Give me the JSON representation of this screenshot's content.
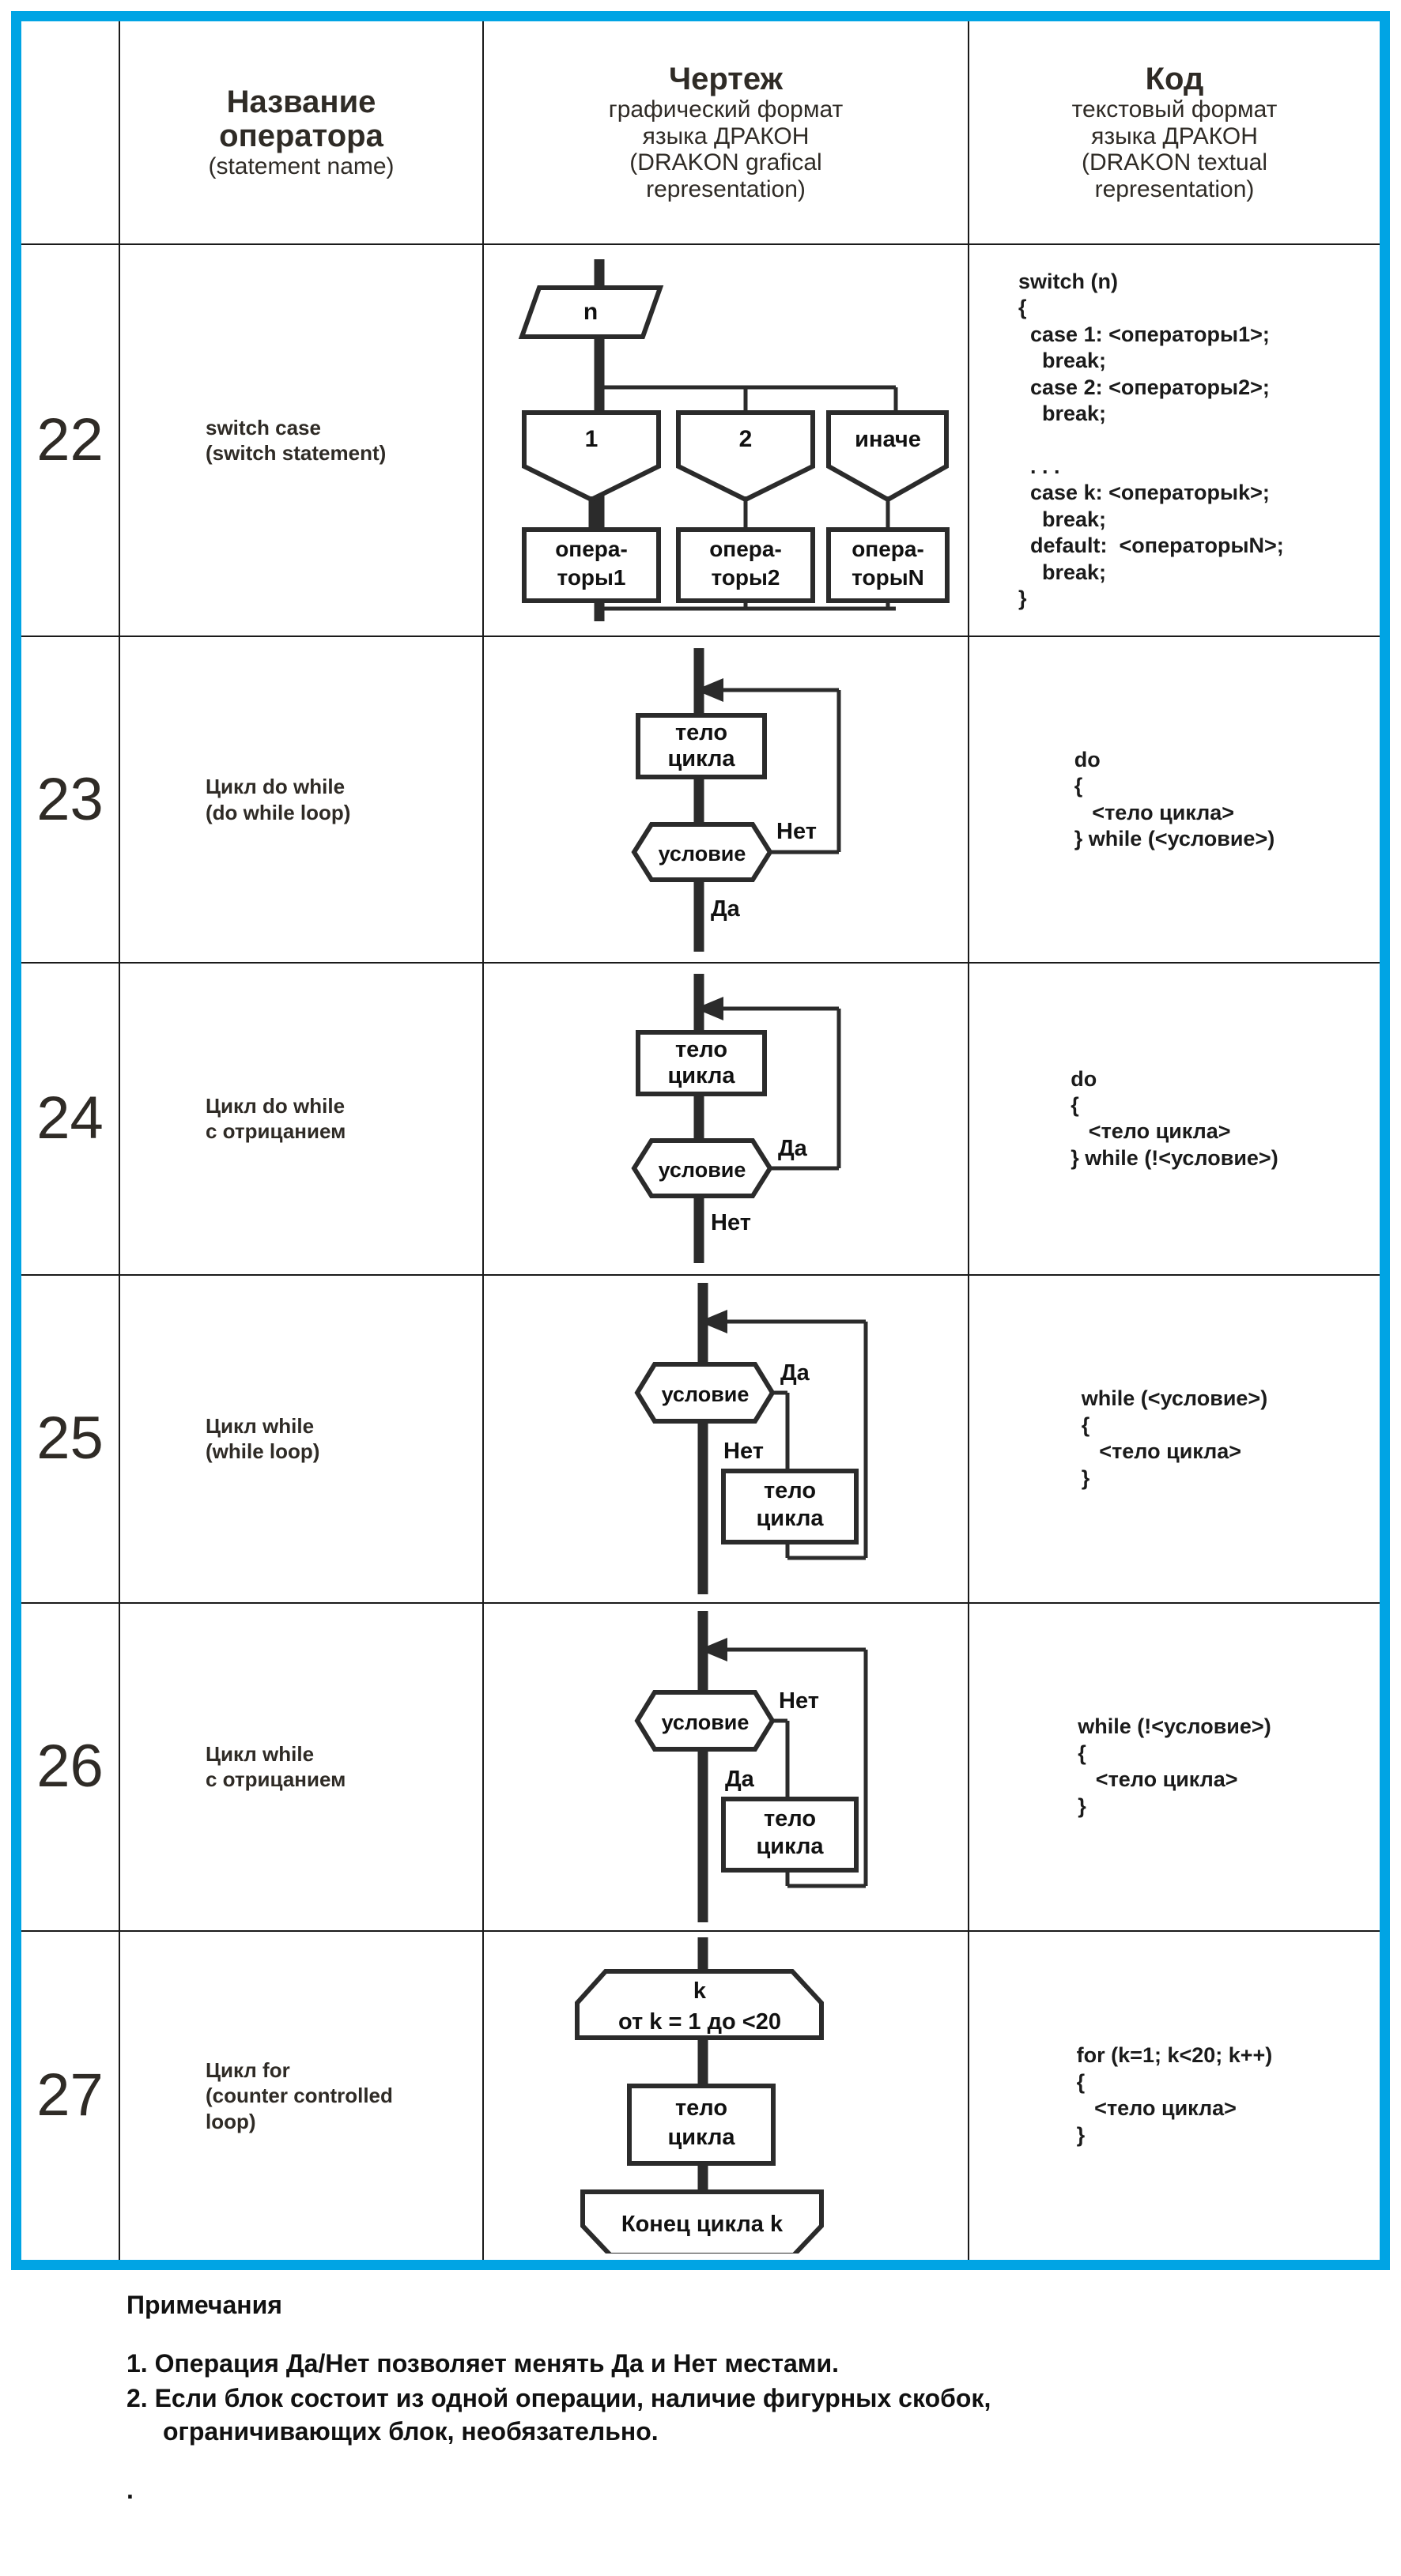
{
  "table": {
    "headers": {
      "number": "",
      "name": {
        "big": "Название\nоператора",
        "sub": "(statement name)"
      },
      "drawing": {
        "big": "Чертеж",
        "sub": "графический формат\nязыка ДРАКОН\n(DRAKON grafical\nrepresentation)"
      },
      "code": {
        "big": "Код",
        "sub": "текстовый формат\nязыка ДРАКОН\n(DRAKON textual\nrepresentation)"
      }
    },
    "rows": [
      {
        "num": "22",
        "name": "switch case\n(switch statement)",
        "code": "switch (n)\n{\n  case 1: <операторы1>;\n    break;\n  case 2: <операторы2>;\n    break;\n\n  . . .\n  case k: <операторыk>;\n    break;\n  default:  <операторыN>;\n    break;\n}",
        "code_align": "left",
        "diagram": {
          "type": "switch-case",
          "input_label": "n",
          "branches": [
            {
              "case": "1",
              "body": "опера-\nторы1"
            },
            {
              "case": "2",
              "body": "опера-\nторы2"
            },
            {
              "case": "иначе",
              "body": "опера-\nторыN"
            }
          ]
        }
      },
      {
        "num": "23",
        "name": "Цикл do while\n(do while loop)",
        "code": "do\n{\n   <тело цикла>\n} while (<условие>)",
        "code_align": "center",
        "diagram": {
          "type": "do-while",
          "body_label": "тело\nцикла",
          "condition_label": "условие",
          "loop_branch": "Нет",
          "exit_branch": "Да"
        }
      },
      {
        "num": "24",
        "name": "Цикл do while\nс отрицанием",
        "code": "do\n{\n   <тело цикла>\n} while (!<условие>)",
        "code_align": "center",
        "diagram": {
          "type": "do-while",
          "body_label": "тело\nцикла",
          "condition_label": "условие",
          "loop_branch": "Да",
          "exit_branch": "Нет"
        }
      },
      {
        "num": "25",
        "name": "Цикл while\n(while loop)",
        "code": "while (<условие>)\n{\n   <тело цикла>\n}",
        "code_align": "center",
        "diagram": {
          "type": "while",
          "body_label": "тело\nцикла",
          "condition_label": "условие",
          "loop_branch": "Да",
          "exit_branch": "Нет"
        }
      },
      {
        "num": "26",
        "name": "Цикл while\nс отрицанием",
        "code": "while (!<условие>)\n{\n   <тело цикла>\n}",
        "code_align": "center",
        "diagram": {
          "type": "while",
          "body_label": "тело\nцикла",
          "condition_label": "условие",
          "loop_branch": "Нет",
          "exit_branch": "Да"
        }
      },
      {
        "num": "27",
        "name": "Цикл for\n(counter controlled\nloop)",
        "code": "for (k=1; k<20; k++)\n{\n   <тело цикла>\n}",
        "code_align": "center",
        "diagram": {
          "type": "for",
          "header_line1": "k",
          "header_line2": "от k = 1 до <20",
          "body_label": "тело\nцикла",
          "footer_label": "Конец цикла k"
        }
      }
    ]
  },
  "notes": {
    "title": "Примечания",
    "items": [
      "1. Операция Да/Нет позволяет менять Да и Нет местами.",
      "2. Если блок состоит из одной операции, наличие фигурных скобок,\n    ограничивающих блок, необязательно."
    ],
    "trailing": "."
  },
  "colors": {
    "frame": "#00A4E4",
    "diagram_background": "#92CDDC",
    "ink": "#2F2B26",
    "rule": "#1a1a1a"
  }
}
